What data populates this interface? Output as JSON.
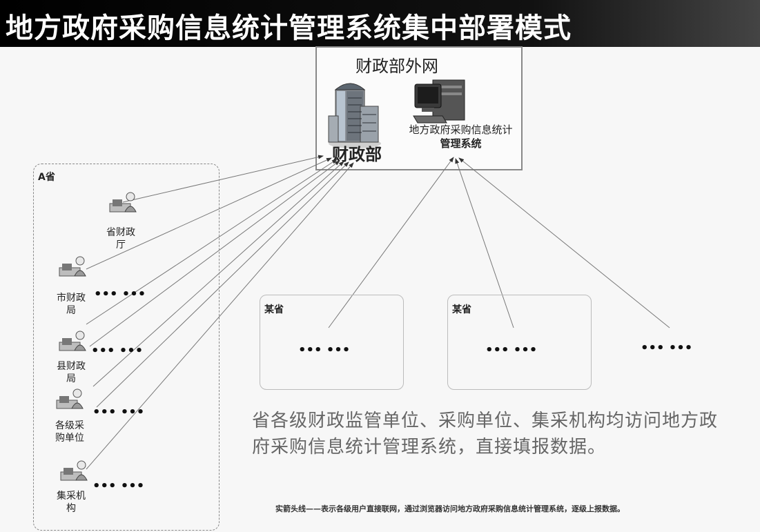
{
  "title": "地方政府采购信息统计管理系统集中部署模式",
  "mof": {
    "net_title": "财政部外网",
    "ministry_label": "财政部",
    "system_label_line1": "地方政府采购信息统计",
    "system_label_line2": "管理系统"
  },
  "province_a": {
    "label": "A省",
    "nodes": [
      {
        "line1": "省财政",
        "line2": "厅"
      },
      {
        "line1": "市财政",
        "line2": "局"
      },
      {
        "line1": "县财政",
        "line2": "局"
      },
      {
        "line1": "各级采",
        "line2": "购单位"
      },
      {
        "line1": "集采机",
        "line2": "构"
      }
    ]
  },
  "dots": "••• •••",
  "other_provinces": [
    {
      "label": "某省"
    },
    {
      "label": "某省"
    }
  ],
  "description": "省各级财政监管单位、采购单位、集采机构均访问地方政府采购信息统计管理系统，直接填报数据。",
  "note": "实箭头线——表示各级用户直接联网，通过浏览器访问地方政府采购信息统计管理系统，逐级上报数据。"
}
